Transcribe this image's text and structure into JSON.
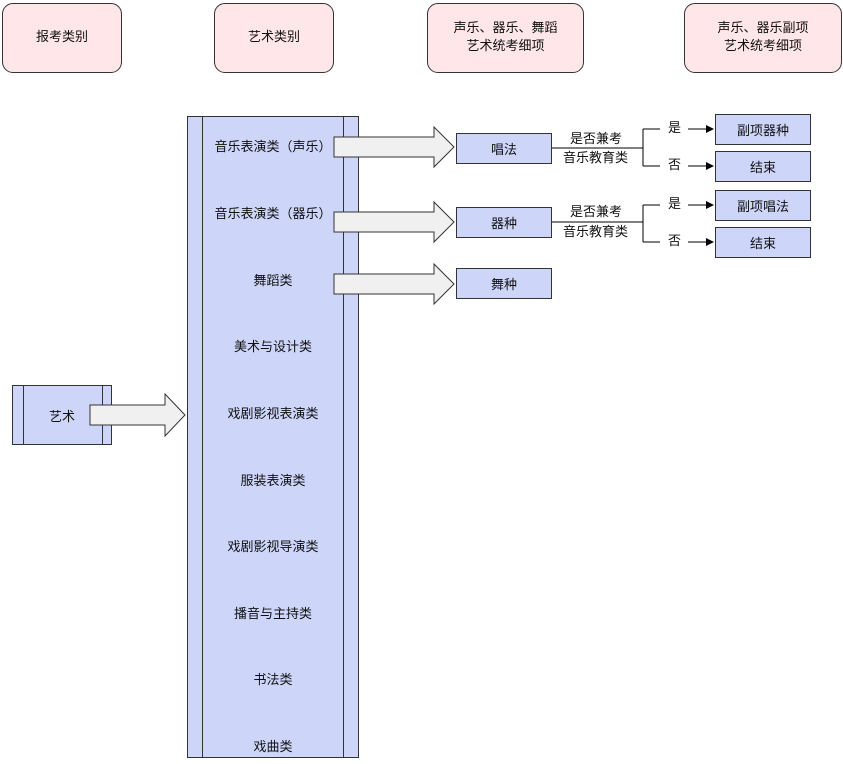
{
  "headers": {
    "report_category": "报考类别",
    "art_category": "艺术类别",
    "main_detail_line1": "声乐、器乐、舞蹈",
    "main_detail_line2": "艺术统考细项",
    "sub_detail_line1": "声乐、器乐副项",
    "sub_detail_line2": "艺术统考细项"
  },
  "source": {
    "label": "艺术"
  },
  "categories": [
    "音乐表演类（声乐）",
    "音乐表演类（器乐）",
    "舞蹈类",
    "美术与设计类",
    "戏剧影视表演类",
    "服装表演类",
    "戏剧影视导演类",
    "播音与主持类",
    "书法类",
    "戏曲类"
  ],
  "details": {
    "vocal": "唱法",
    "instrumental": "器种",
    "dance": "舞种"
  },
  "question": {
    "line1": "是否兼考",
    "line2": "音乐教育类"
  },
  "answers": {
    "yes": "是",
    "no": "否"
  },
  "outcomes": {
    "vocal_yes": "副项器种",
    "vocal_no": "结束",
    "instr_yes": "副项唱法",
    "instr_no": "结束"
  }
}
